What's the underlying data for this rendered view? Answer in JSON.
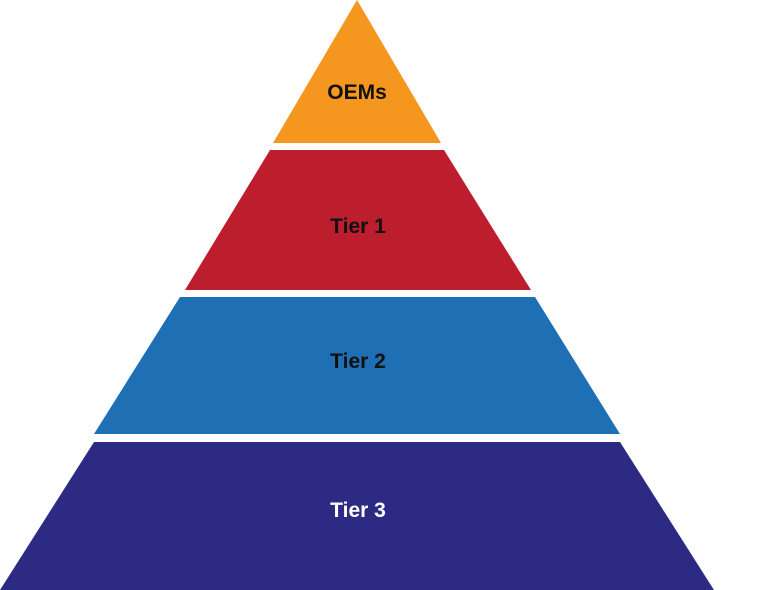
{
  "diagram": {
    "type": "pyramid",
    "levels": [
      {
        "label": "OEMs",
        "fill": "#F5961E",
        "text_color": "#111111"
      },
      {
        "label": "Tier 1",
        "fill": "#BC1E2D",
        "text_color": "#111111"
      },
      {
        "label": "Tier 2",
        "fill": "#1F6FB5",
        "text_color": "#111111"
      },
      {
        "label": "Tier 3",
        "fill": "#2D2A84",
        "text_color": "#FFFFFF"
      }
    ]
  }
}
